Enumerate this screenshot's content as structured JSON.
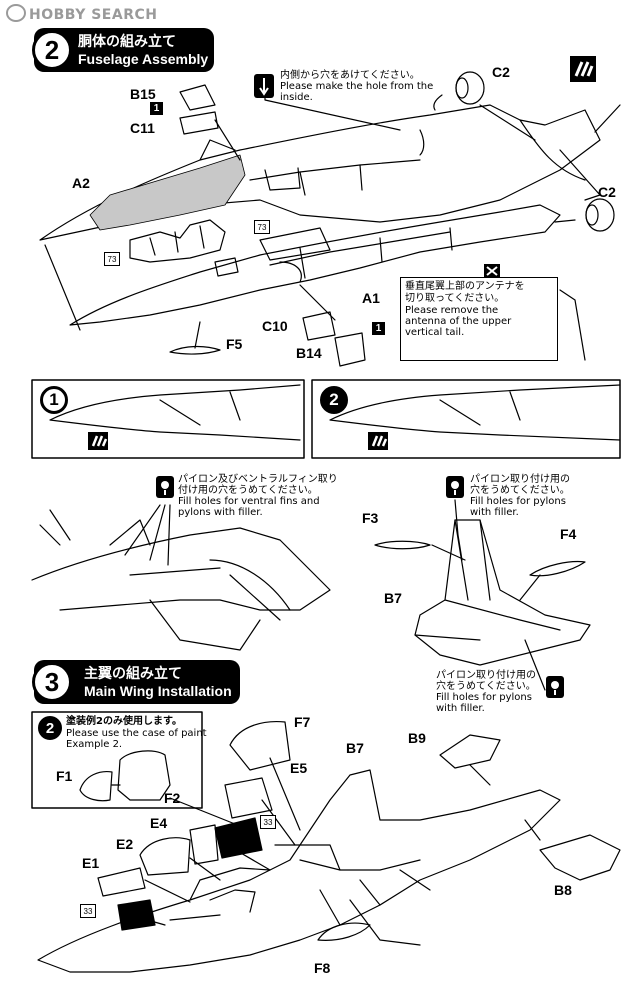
{
  "watermark": {
    "text": "HOBBY SEARCH"
  },
  "step2": {
    "number": "2",
    "title_jp": "胴体の組み立て",
    "title_en": "Fuselage Assembly"
  },
  "step3": {
    "number": "3",
    "title_jp": "主翼の組み立て",
    "title_en": "Main Wing Installation"
  },
  "notes": {
    "hole_jp": "内側から穴をあけてください。",
    "hole_en_1": "Please make the hole from the",
    "hole_en_2": "inside.",
    "antenna_jp_1": "垂直尾翼上部のアンテナを",
    "antenna_jp_2": "切り取ってください。",
    "antenna_en_1": "Please remove the",
    "antenna_en_2": "antenna of the upper",
    "antenna_en_3": "vertical tail.",
    "ventral_jp_1": "パイロン及びベントラルフィン取り",
    "ventral_jp_2": "付け用の穴をうめてください。",
    "ventral_en_1": "Fill holes for ventral fins and",
    "ventral_en_2": "pylons with filler.",
    "pylon_a_jp_1": "パイロン取り付け用の",
    "pylon_a_jp_2": "穴をうめてください。",
    "pylon_a_en_1": "Fill holes for pylons",
    "pylon_a_en_2": "with filler.",
    "pylon_b_jp_1": "パイロン取り付け用の",
    "pylon_b_jp_2": "穴をうめてください。",
    "pylon_b_en_1": "Fill holes for pylons",
    "pylon_b_en_2": "with filler.",
    "paint_jp": "塗装例2のみ使用します。",
    "paint_en_1": "Please use the case of paint",
    "paint_en_2": "Example 2."
  },
  "variant_boxes": {
    "left_number": "1",
    "right_number": "2",
    "insert_number": "2"
  },
  "parts": {
    "B15": "B15",
    "C11": "C11",
    "A2": "A2",
    "C2_top": "C2",
    "C2_right": "C2",
    "A1": "A1",
    "C10": "C10",
    "B14": "B14",
    "F5": "F5",
    "F3": "F3",
    "F4": "F4",
    "B7_upper": "B7",
    "F7": "F7",
    "E5": "E5",
    "B7_lower": "B7",
    "B9": "B9",
    "F1": "F1",
    "F2": "F2",
    "E4": "E4",
    "E2": "E2",
    "E1": "E1",
    "B8": "B8",
    "F8": "F8"
  },
  "badges": {
    "one_a": "1",
    "one_b": "1",
    "seventy_three_a": "73",
    "seventy_three_b": "73",
    "thirty_three_a": "33",
    "thirty_three_b": "33"
  },
  "icons": [
    "cement-icon",
    "drill-hole-icon",
    "filler-icon",
    "cut-icon",
    "shaded-surface"
  ],
  "colors": {
    "ink": "#000000",
    "paper": "#ffffff",
    "shade": "#c8c8c8",
    "watermark": "#9a9a9a"
  }
}
